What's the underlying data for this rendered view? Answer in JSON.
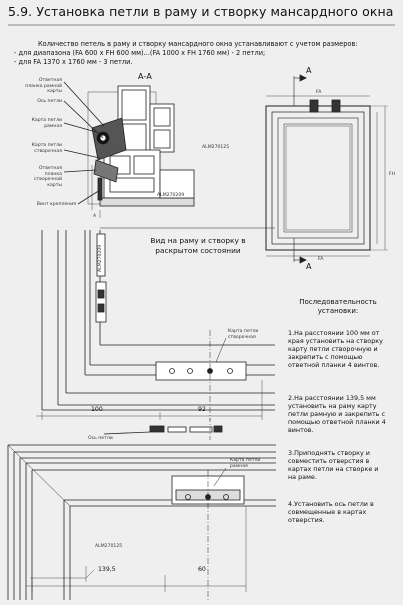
{
  "title": "5.9. Установка петли в раму и створку мансардного окна",
  "intro": {
    "line1": "Количество петель в раму и створку мансардного окна устанавливают с учетом размеров:",
    "line2": "- для диапазона (FA 600 х FH 600 мм)...(FA 1000 х FH 1760 мм) - 2 петли;",
    "line3": "- для FA 1370 х 1760 мм - 3 петли."
  },
  "section": {
    "label": "А-А",
    "callouts": [
      "Ответная планка рамной карты",
      "Ось петли",
      "Карта петли рамная",
      "Карта петли створочная",
      "Ответная планка створочной карты",
      "Винт крепления"
    ],
    "profile_top": "ALM270125",
    "profile_bottom": "ALM270209",
    "dim_a": "A"
  },
  "window": {
    "label_a": "A",
    "tag_fa": "FA",
    "tag_fh": "FH"
  },
  "view": {
    "title": "Вид на раму и створку в раскрытом состоянии"
  },
  "mid": {
    "card_label": "Карта петли створочная",
    "profile_label": "ALM270209",
    "dim_left": "100",
    "dim_right": "92"
  },
  "hinge_axis": {
    "label": "Ось петли"
  },
  "bottom": {
    "card_label": "Карта петли рамная",
    "profile_label": "ALM270125",
    "dim_left": "139,5",
    "dim_right": "60"
  },
  "steps": {
    "title": "Последовательность установки:",
    "items": [
      "1.На расстоянии 100 мм от края установить на створку карту петли створочную и закрепить с помощью ответной планки 4 винтов.",
      "2.На расстоянии 139,5 мм установить на раму карту петли рамную и закрепить с помощью ответной планки 4 винтов.",
      "3.Приподнять створку и совместить отверстия в картах петли на створке и на раме.",
      "4.Установить ось петли в совмещенные в картах отверстия."
    ]
  }
}
